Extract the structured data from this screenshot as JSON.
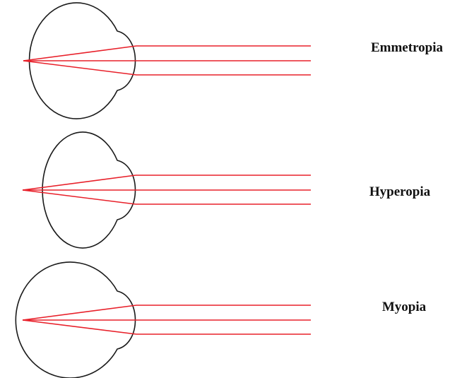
{
  "conditions": [
    {
      "label": "Emmetropia"
    },
    {
      "label": "Hyperopia"
    },
    {
      "label": "Myopia"
    }
  ],
  "colors": {
    "ray": "#e8202a",
    "outline": "#1a1a1a",
    "text": "#111111"
  }
}
